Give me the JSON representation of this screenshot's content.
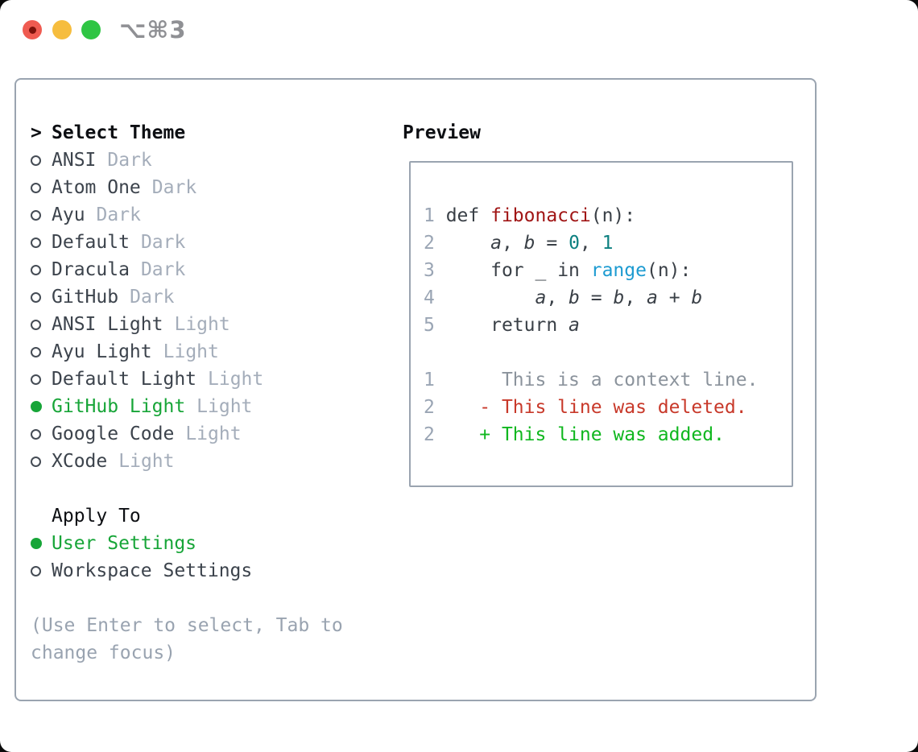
{
  "window": {
    "shortcut_label": "⌥⌘3"
  },
  "colors": {
    "accent_green": "#17a538",
    "diff_added": "#10b71f",
    "diff_deleted": "#c8392a",
    "code_title": "#a01515",
    "code_number": "#0d8080",
    "code_builtin": "#1d9bd1",
    "border": "#9aa4b0",
    "muted": "#a4adba",
    "gutter": "#9aa5b4",
    "traffic_red": "#ef5b51",
    "traffic_yellow": "#f6bd3e",
    "traffic_green": "#2fc544"
  },
  "theme_menu": {
    "prompt": ">",
    "header": "Select Theme",
    "items": [
      {
        "label": "ANSI",
        "tag": "Dark",
        "selected": false
      },
      {
        "label": "Atom One",
        "tag": "Dark",
        "selected": false
      },
      {
        "label": "Ayu",
        "tag": "Dark",
        "selected": false
      },
      {
        "label": "Default",
        "tag": "Dark",
        "selected": false
      },
      {
        "label": "Dracula",
        "tag": "Dark",
        "selected": false
      },
      {
        "label": "GitHub",
        "tag": "Dark",
        "selected": false
      },
      {
        "label": "ANSI Light",
        "tag": "Light",
        "selected": false
      },
      {
        "label": "Ayu Light",
        "tag": "Light",
        "selected": false
      },
      {
        "label": "Default Light",
        "tag": "Light",
        "selected": false
      },
      {
        "label": "GitHub Light",
        "tag": "Light",
        "selected": true
      },
      {
        "label": "Google Code",
        "tag": "Light",
        "selected": false
      },
      {
        "label": "XCode",
        "tag": "Light",
        "selected": false
      }
    ]
  },
  "apply_to": {
    "header": "Apply To",
    "items": [
      {
        "label": "User Settings",
        "selected": true
      },
      {
        "label": "Workspace Settings",
        "selected": false
      }
    ]
  },
  "hint": {
    "line1": "(Use Enter to select, Tab to",
    "line2": "change focus)"
  },
  "preview": {
    "title": "Preview",
    "lines": [
      {
        "no": "1 ",
        "segs": [
          [
            "k",
            "def "
          ],
          [
            "fn",
            "fibonacci"
          ],
          [
            "p",
            "(n):"
          ]
        ]
      },
      {
        "no": "2 ",
        "segs": [
          [
            "p",
            "    "
          ],
          [
            "v",
            "a"
          ],
          [
            "p",
            ", "
          ],
          [
            "v",
            "b"
          ],
          [
            "p",
            " = "
          ],
          [
            "n",
            "0"
          ],
          [
            "p",
            ", "
          ],
          [
            "n",
            "1"
          ]
        ]
      },
      {
        "no": "3 ",
        "segs": [
          [
            "p",
            "    "
          ],
          [
            "k",
            "for "
          ],
          [
            "p",
            "_ "
          ],
          [
            "k",
            "in "
          ],
          [
            "b",
            "range"
          ],
          [
            "p",
            "(n):"
          ]
        ]
      },
      {
        "no": "4 ",
        "segs": [
          [
            "p",
            "        "
          ],
          [
            "v",
            "a"
          ],
          [
            "p",
            ", "
          ],
          [
            "v",
            "b"
          ],
          [
            "p",
            " = "
          ],
          [
            "v",
            "b"
          ],
          [
            "p",
            ", "
          ],
          [
            "v",
            "a"
          ],
          [
            "p",
            " + "
          ],
          [
            "v",
            "b"
          ]
        ]
      },
      {
        "no": "5 ",
        "segs": [
          [
            "p",
            "    "
          ],
          [
            "k",
            "return "
          ],
          [
            "v",
            "a"
          ]
        ]
      },
      {
        "no": "",
        "segs": []
      },
      {
        "no": "1 ",
        "segs": [
          [
            "ctx",
            "     This is a context line."
          ]
        ]
      },
      {
        "no": "2 ",
        "segs": [
          [
            "del",
            "   - This line was deleted."
          ]
        ]
      },
      {
        "no": "2 ",
        "segs": [
          [
            "add",
            "   + This line was added."
          ]
        ]
      }
    ]
  }
}
